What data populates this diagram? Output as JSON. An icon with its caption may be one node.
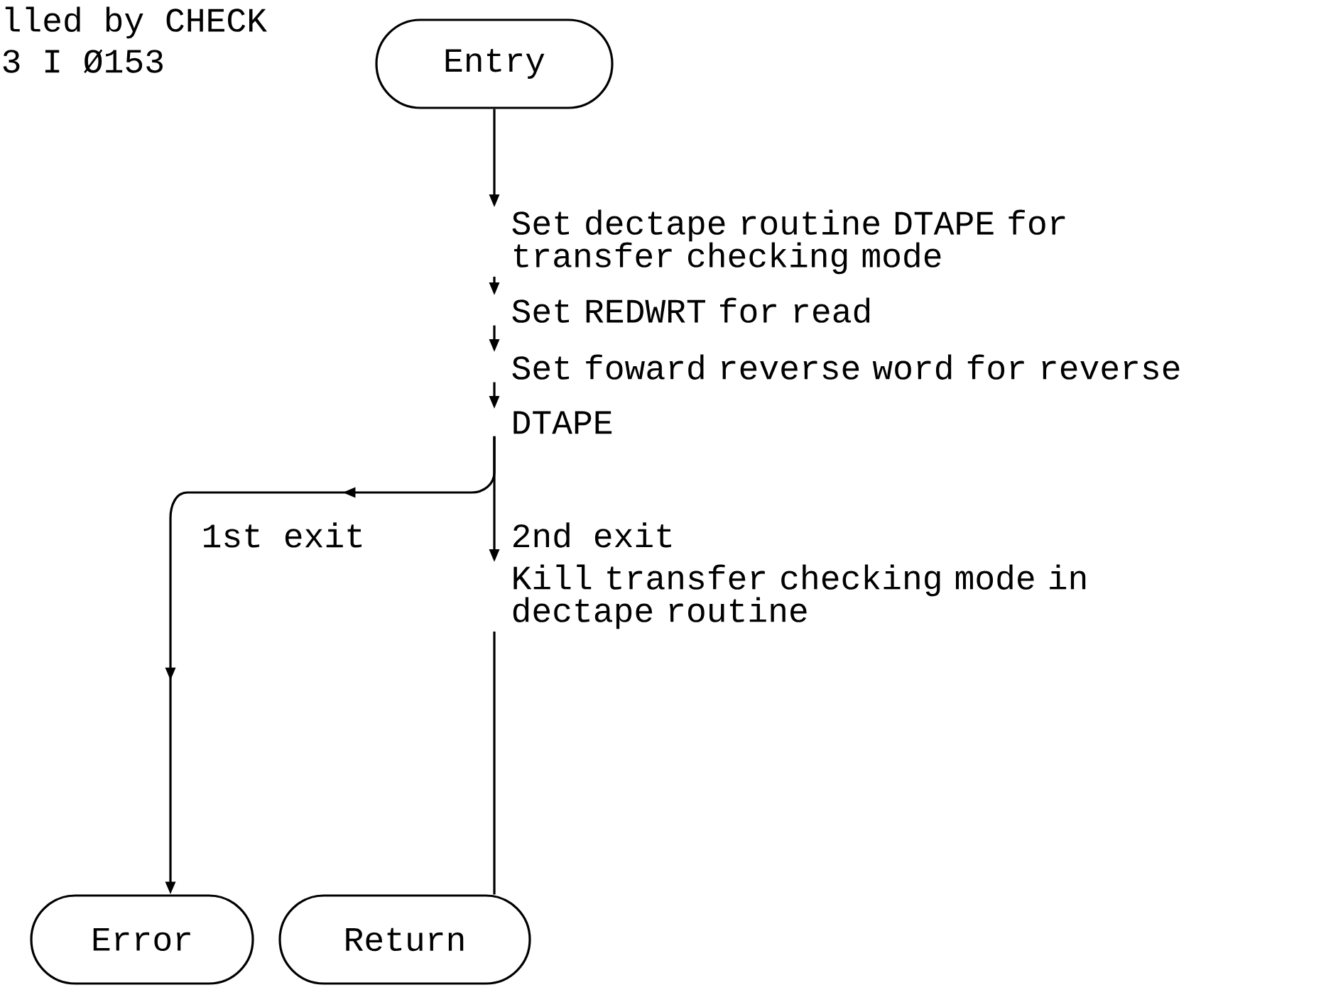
{
  "diagram": {
    "nodes": [
      {
        "text": [
          "Entry"
        ]
      },
      {
        "text": [
          "Set dectape routine DTAPE for transfer checking mode"
        ]
      },
      {
        "text": [
          "Set REDWRT for read"
        ]
      },
      {
        "text": [
          "Set foward reverse word for reverse"
        ]
      },
      {
        "text": [
          "DTAPE"
        ]
      },
      {
        "text": [
          "Kill transfer checking mode in dectape routine"
        ]
      },
      {
        "text": [
          "Error"
        ]
      },
      {
        "text": [
          "Return"
        ]
      }
    ],
    "edges": [
      {
        "from": 0,
        "to": 1,
        "arrow": "to"
      },
      {
        "from": 1,
        "to": 2,
        "arrow": "to"
      },
      {
        "from": 2,
        "to": 3,
        "arrow": "to"
      },
      {
        "from": 3,
        "to": 4,
        "arrow": "to"
      },
      {
        "from": 4,
        "to": 6,
        "arrow": "to",
        "label": "1st exit"
      },
      {
        "from": 4,
        "to": 5,
        "arrow": "to",
        "label": "2nd exit"
      },
      {
        "from": 5,
        "to": 7,
        "arrow": "none"
      }
    ],
    "labels": [
      "lled by CHECK",
      "3 I Ø153"
    ]
  }
}
